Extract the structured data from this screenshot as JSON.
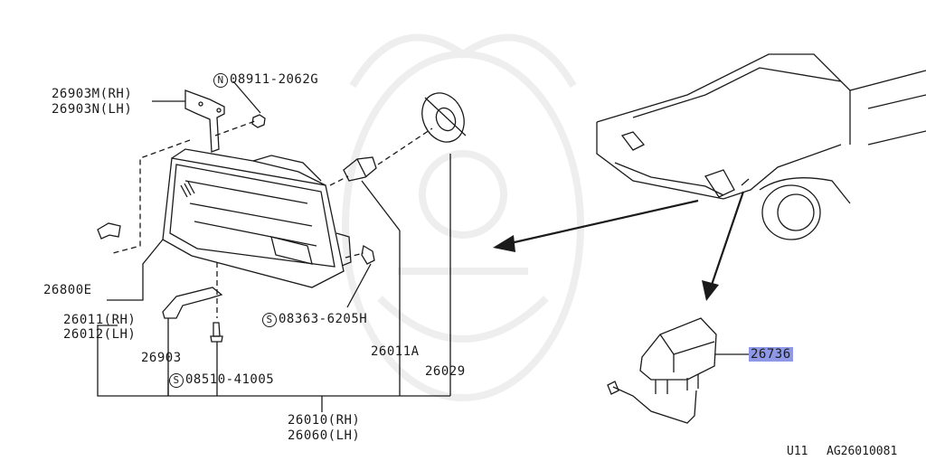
{
  "labels": {
    "bracket_rh": "26903M(RH)",
    "bracket_lh": "26903N(LH)",
    "nut_prefix": "N",
    "nut_number": "08911-2062G",
    "clip": "26800E",
    "lamp_rh": "26011(RH)",
    "lamp_lh": "26012(LH)",
    "screw1_prefix": "S",
    "screw1_number": "08363-6205H",
    "bracket_lower": "26903",
    "screw2_prefix": "S",
    "screw2_number": "08510-41005",
    "bulb": "26011A",
    "socket": "26029",
    "assy_rh": "26010(RH)",
    "assy_lh": "26060(LH)",
    "side_lamp": "26736"
  },
  "footer": {
    "code": "U11",
    "ref": "AG26010081"
  },
  "colors": {
    "line": "#1a1a1a",
    "highlight": "#8f98e6",
    "watermark": "#eeeeee"
  }
}
